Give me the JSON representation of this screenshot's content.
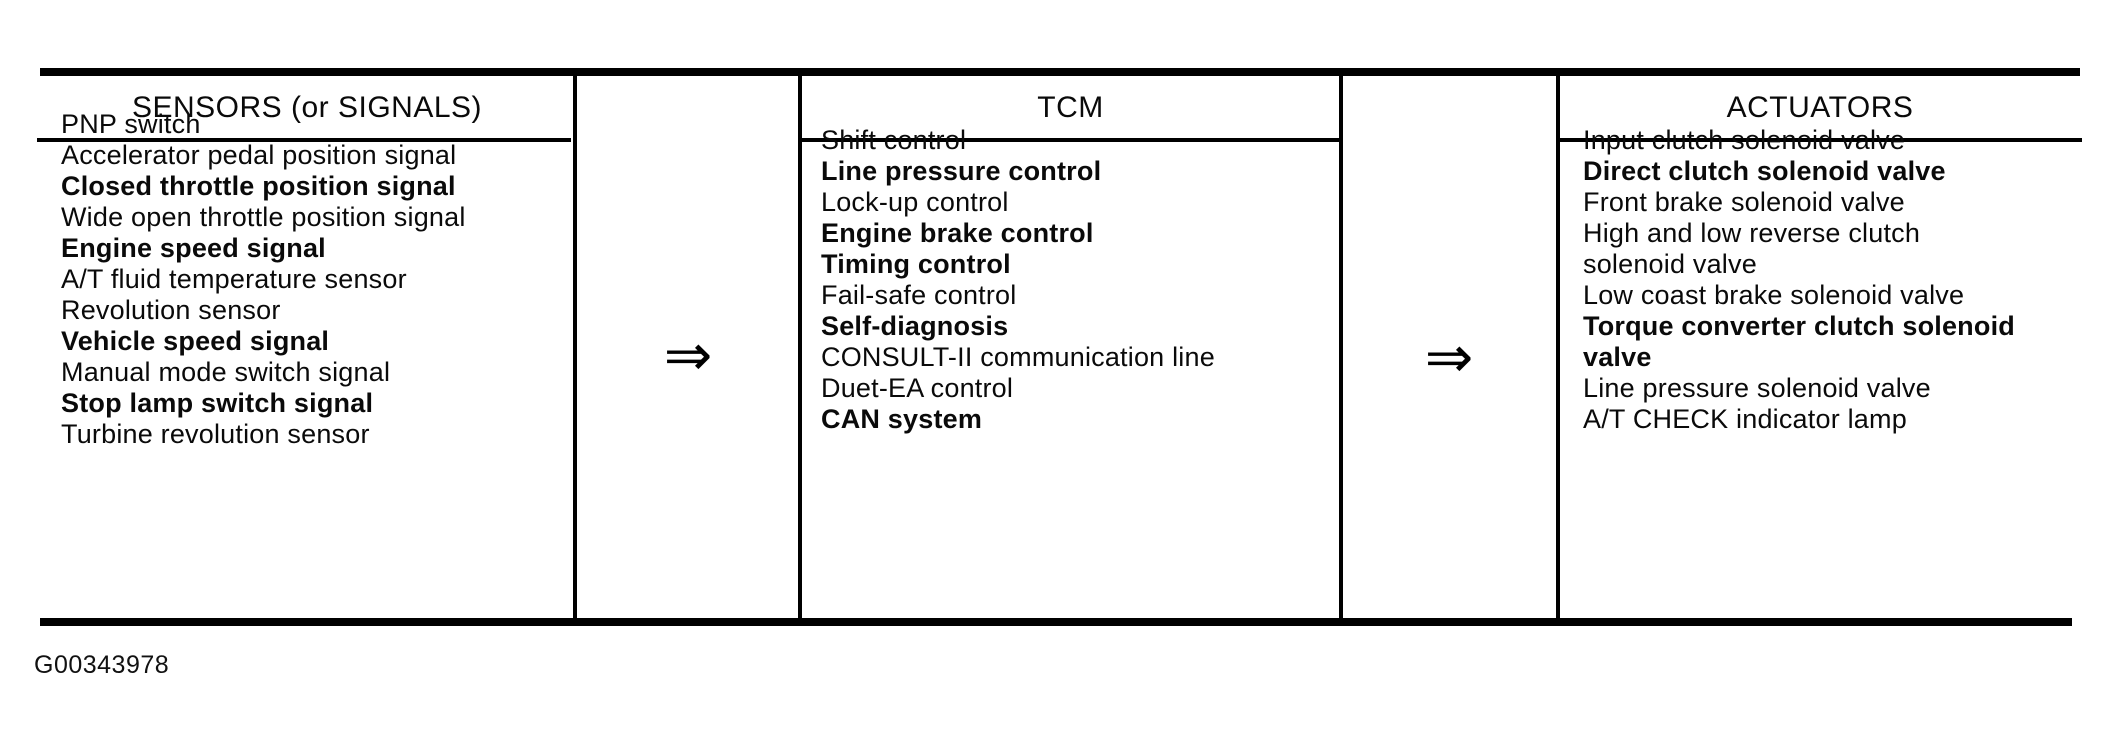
{
  "figure": {
    "caption": "G00343978",
    "arrow_symbol": "⇒"
  },
  "colors": {
    "ink": "#000000",
    "background": "#ffffff"
  },
  "columns": [
    {
      "header": "SENSORS (or SIGNALS)",
      "items": [
        {
          "text": "PNP switch",
          "bold": false
        },
        {
          "text": "Accelerator pedal position signal",
          "bold": false
        },
        {
          "text": "Closed throttle position signal",
          "bold": true
        },
        {
          "text": "Wide open throttle position signal",
          "bold": false
        },
        {
          "text": "Engine speed signal",
          "bold": true
        },
        {
          "text": "A/T fluid temperature sensor",
          "bold": false
        },
        {
          "text": "Revolution sensor",
          "bold": false
        },
        {
          "text": "Vehicle speed signal",
          "bold": true
        },
        {
          "text": "Manual mode switch signal",
          "bold": false
        },
        {
          "text": "Stop lamp switch signal",
          "bold": true
        },
        {
          "text": "Turbine revolution sensor",
          "bold": false
        }
      ]
    },
    {
      "header": "TCM",
      "items": [
        {
          "text": "Shift control",
          "bold": false
        },
        {
          "text": "Line pressure control",
          "bold": true
        },
        {
          "text": "Lock-up control",
          "bold": false
        },
        {
          "text": "Engine brake control",
          "bold": true
        },
        {
          "text": "Timing control",
          "bold": true
        },
        {
          "text": "Fail-safe control",
          "bold": false
        },
        {
          "text": "Self-diagnosis",
          "bold": true
        },
        {
          "text": "CONSULT-II communication line",
          "bold": false
        },
        {
          "text": "Duet-EA control",
          "bold": false
        },
        {
          "text": "CAN system",
          "bold": true
        }
      ]
    },
    {
      "header": "ACTUATORS",
      "items": [
        {
          "text": "Input clutch solenoid valve",
          "bold": false
        },
        {
          "text": "Direct clutch solenoid valve",
          "bold": true
        },
        {
          "text": "Front brake solenoid valve",
          "bold": false
        },
        {
          "text": "High and low reverse clutch\nsolenoid valve",
          "bold": false
        },
        {
          "text": "Low coast brake solenoid valve",
          "bold": false
        },
        {
          "text": "Torque converter clutch solenoid\nvalve",
          "bold": true
        },
        {
          "text": "Line pressure solenoid valve",
          "bold": false
        },
        {
          "text": "A/T CHECK indicator lamp",
          "bold": false
        }
      ]
    }
  ]
}
